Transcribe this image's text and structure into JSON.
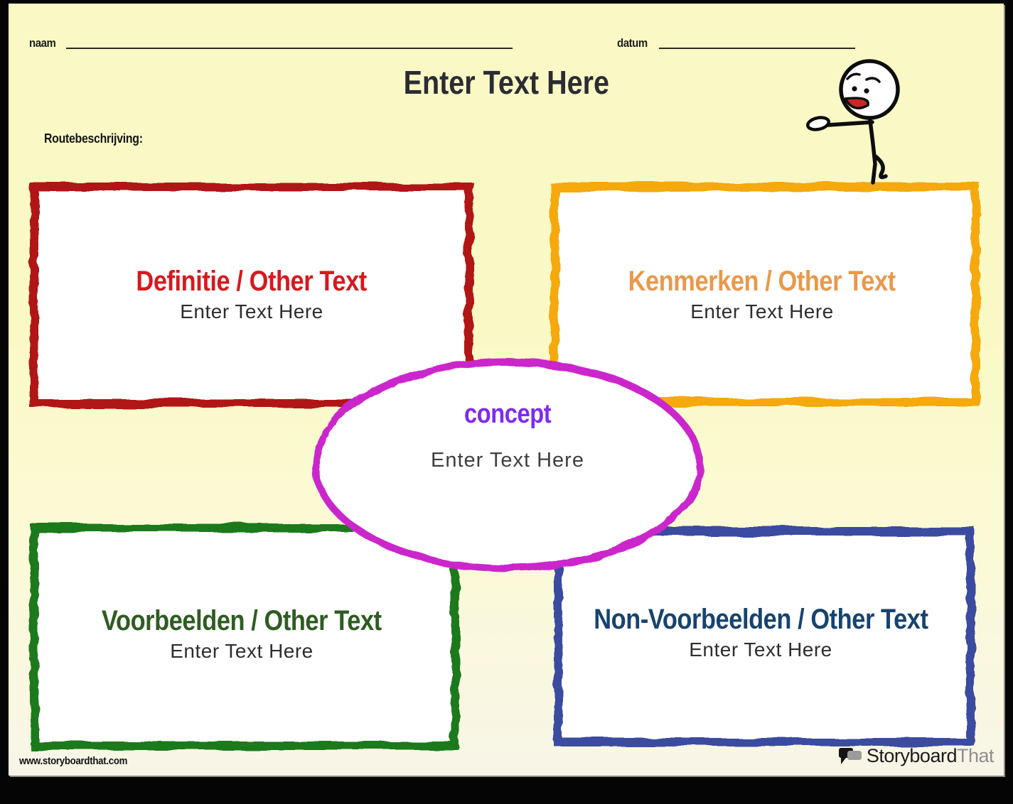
{
  "header": {
    "name_label": "naam",
    "date_label": "datum",
    "title": "Enter Text Here",
    "directions_label": "Routebeschrijving:"
  },
  "cells": [
    {
      "id": "definition",
      "title": "Definitie / Other Text",
      "body": "Enter Text Here",
      "border_color": "#b11318",
      "title_color": "#d6191e"
    },
    {
      "id": "characteristics",
      "title": "Kenmerken / Other Text",
      "body": "Enter Text Here",
      "border_color": "#f5a90b",
      "title_color": "#e8994c"
    },
    {
      "id": "examples",
      "title": "Voorbeelden / Other Text",
      "body": "Enter Text Here",
      "border_color": "#1e7a1f",
      "title_color": "#2e5c22"
    },
    {
      "id": "non_examples",
      "title": "Non-Voorbeelden / Other Text",
      "body": "Enter Text Here",
      "border_color": "#3a4c9f",
      "title_color": "#17436f"
    }
  ],
  "center": {
    "title": "concept",
    "body": "Enter Text Here",
    "title_color": "#7f2bec",
    "border_color": "#cb25cb"
  },
  "footer": {
    "site_url": "www.storyboardthat.com",
    "brand_primary": "Storyboard",
    "brand_secondary": "That"
  },
  "colors": {
    "page_background_top": "#faf9c5",
    "page_background_bottom": "#f8f5e7",
    "frame": "#050505",
    "main_title": "#2b2c33",
    "mascot_mouth": "#c62828"
  }
}
